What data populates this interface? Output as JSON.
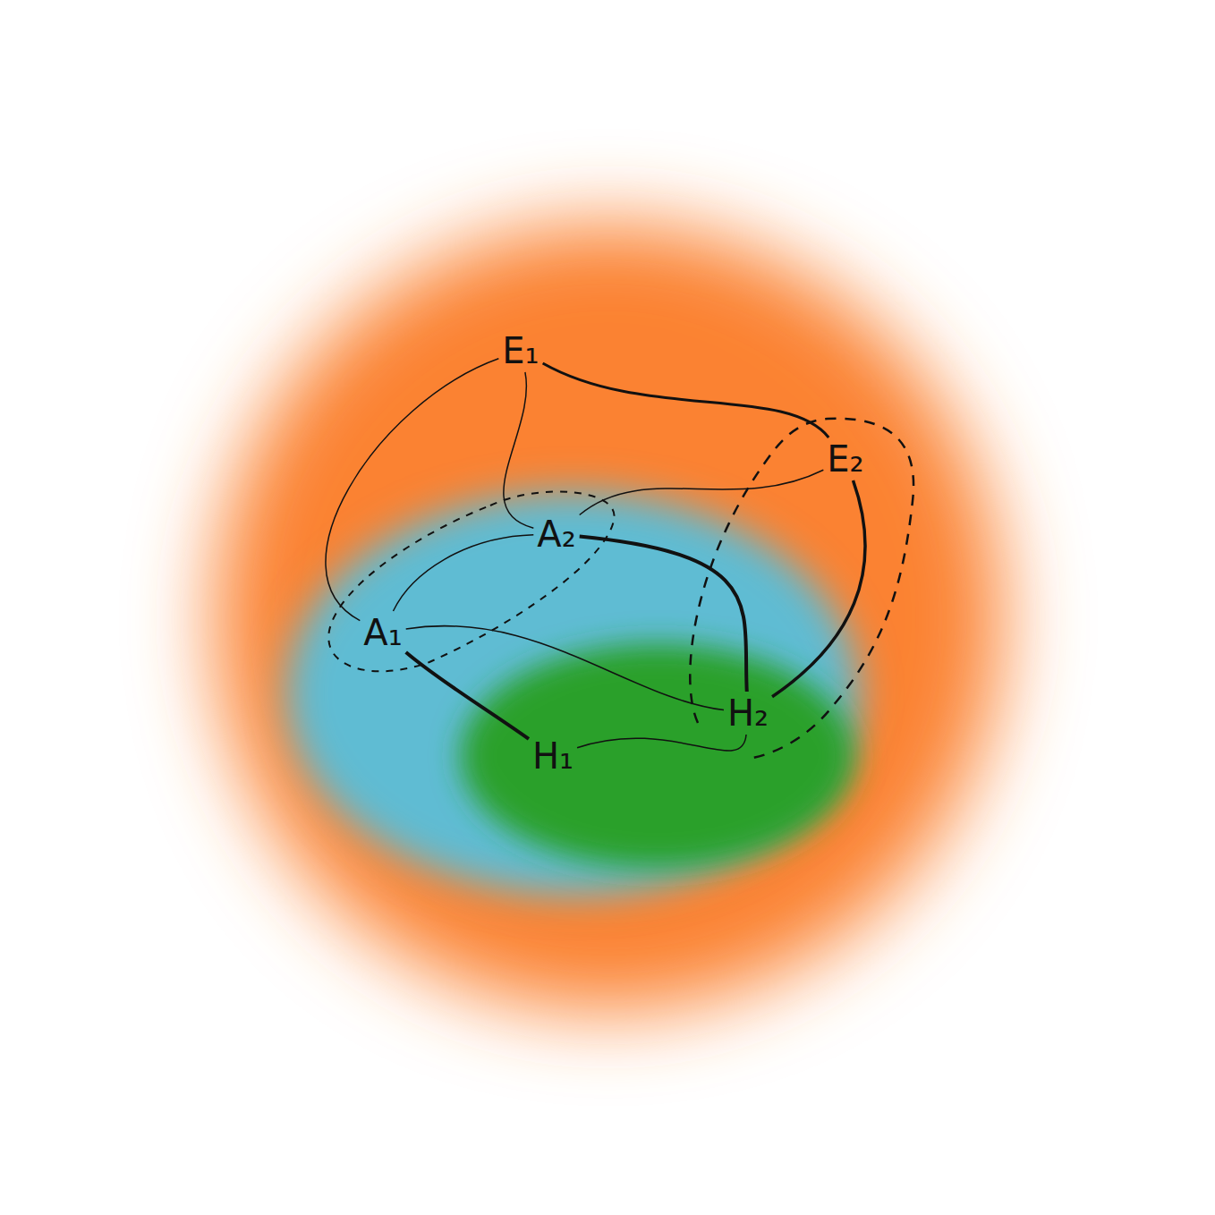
{
  "diagram": {
    "nodes": [
      {
        "text": [
          "E₁"
        ]
      },
      {
        "text": [
          "E₂"
        ]
      },
      {
        "text": [
          "A₂"
        ]
      },
      {
        "text": [
          "A₁"
        ]
      },
      {
        "text": [
          "H₂"
        ]
      },
      {
        "text": [
          "H₁"
        ]
      }
    ],
    "edges": [
      {
        "from": 0,
        "to": 3,
        "arrow": "none"
      },
      {
        "from": 0,
        "to": 2,
        "arrow": "none"
      },
      {
        "from": 0,
        "to": 1,
        "arrow": "none"
      },
      {
        "from": 1,
        "to": 2,
        "arrow": "none"
      },
      {
        "from": 1,
        "to": 4,
        "arrow": "none"
      },
      {
        "from": 2,
        "to": 4,
        "arrow": "none"
      },
      {
        "from": 2,
        "to": 3,
        "arrow": "none"
      },
      {
        "from": 3,
        "to": 4,
        "arrow": "none"
      },
      {
        "from": 3,
        "to": 5,
        "arrow": "none"
      },
      {
        "from": 5,
        "to": 4,
        "arrow": "none"
      }
    ]
  }
}
